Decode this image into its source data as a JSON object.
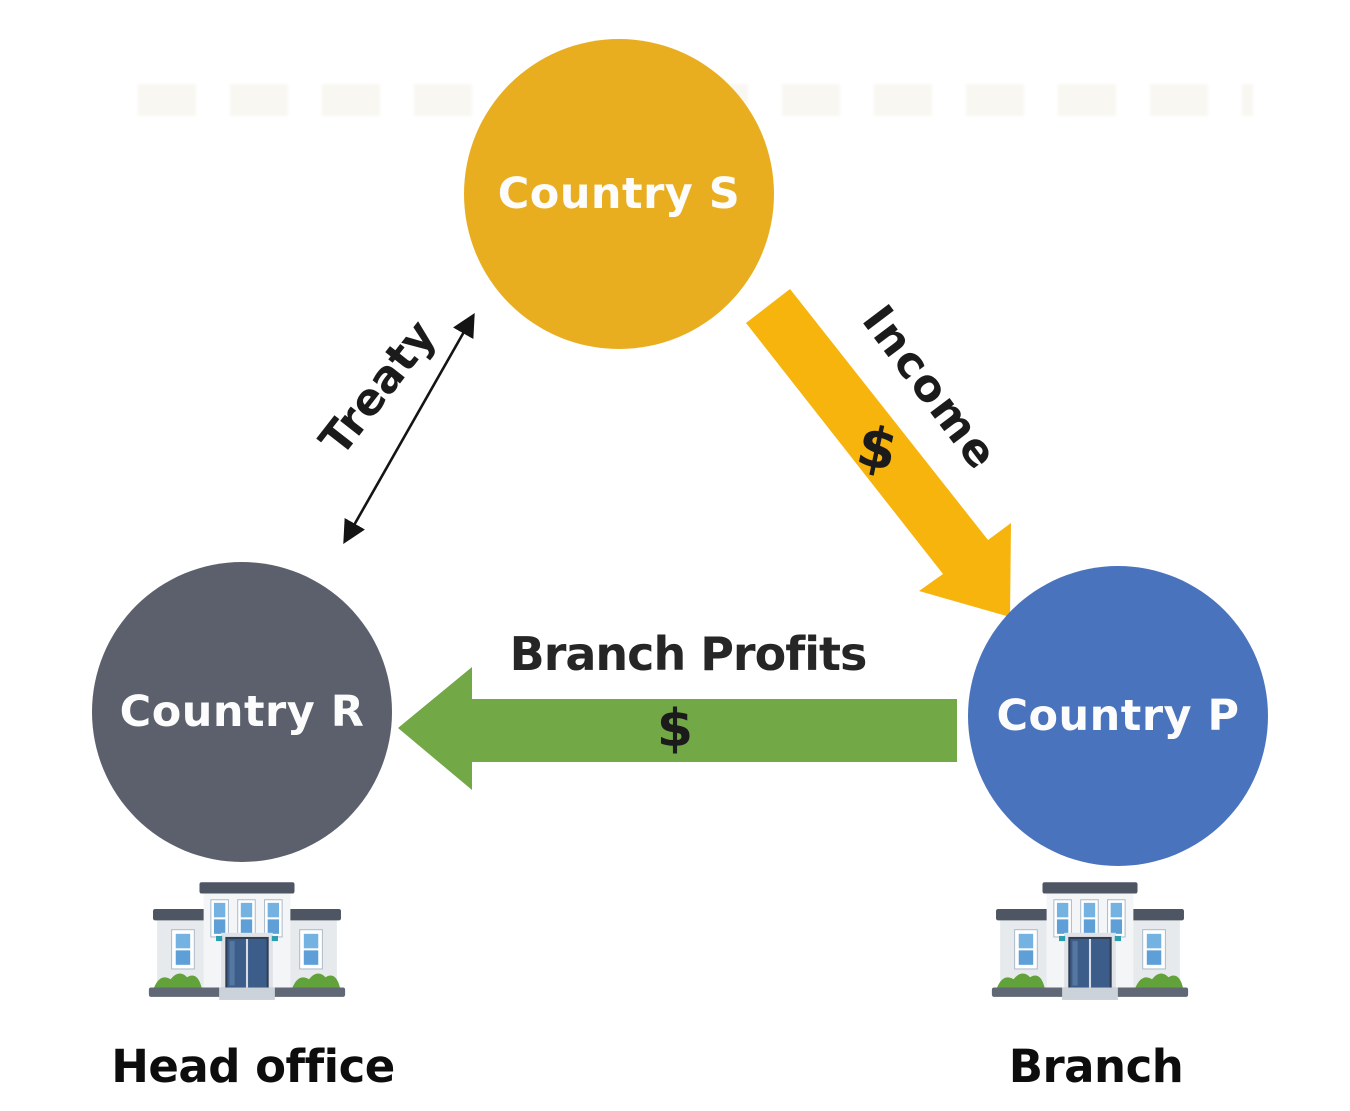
{
  "nodes": {
    "country_s": {
      "label": "Country S",
      "color": "#E9AE20"
    },
    "country_r": {
      "label": "Country R",
      "color": "#5B606C"
    },
    "country_p": {
      "label": "Country P",
      "color": "#4A73BD"
    }
  },
  "edges": {
    "treaty": {
      "label": "Treaty",
      "type": "double-headed-line",
      "color": "#141414",
      "between": [
        "country_r",
        "country_s"
      ]
    },
    "income": {
      "label": "Income",
      "currency_symbol": "$",
      "color": "#F6B40D",
      "from": "country_s",
      "to": "country_p"
    },
    "branch_profits": {
      "label": "Branch Profits",
      "currency_symbol": "$",
      "color": "#72A845",
      "from": "country_p",
      "to": "country_r"
    }
  },
  "captions": {
    "head_office": "Head office",
    "branch": "Branch"
  },
  "icons": {
    "head_office": "office-building-icon",
    "branch": "office-building-icon"
  }
}
